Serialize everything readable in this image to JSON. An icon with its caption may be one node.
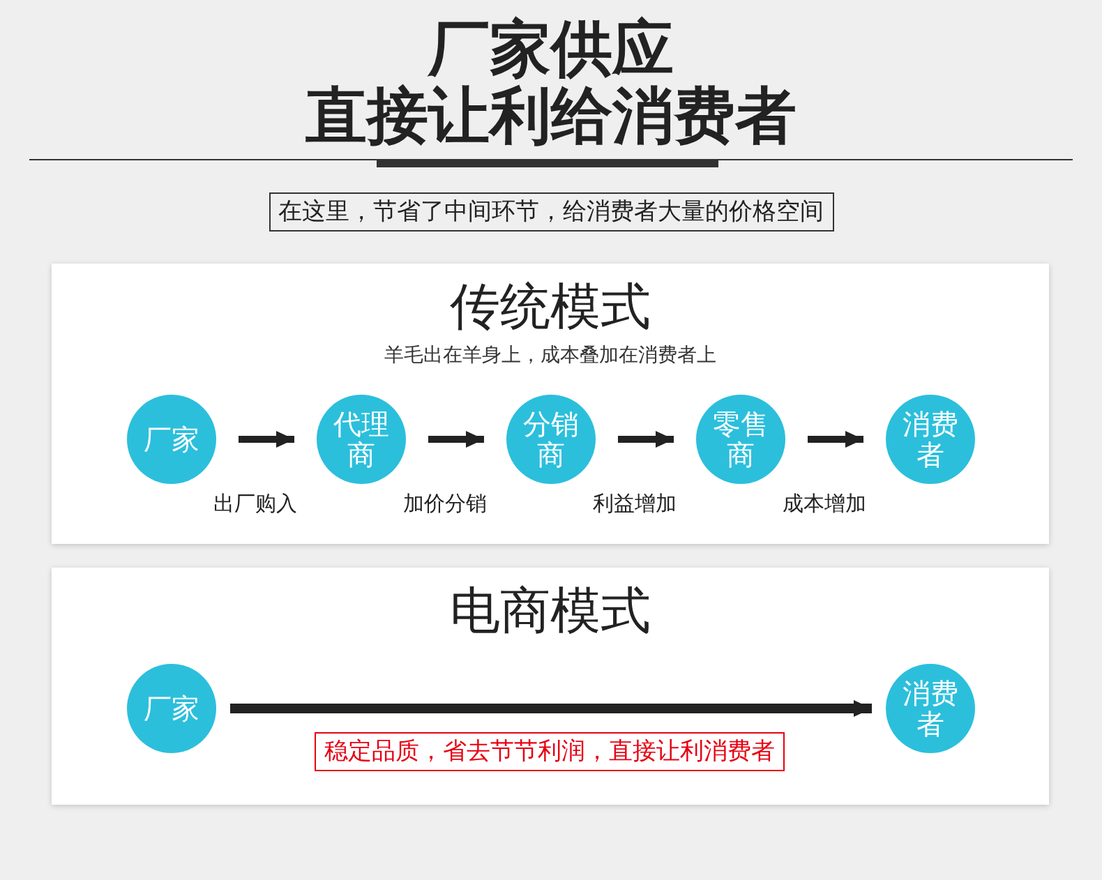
{
  "diagram": {
    "title": "厂家供应",
    "nodes": [
      {
        "text": [
          "传统模式",
          "羊毛出在羊身上，成本叠加在消费者上"
        ]
      },
      {
        "text": [
          "厂家"
        ],
        "in": 0
      },
      {
        "text": [
          "代理商"
        ],
        "in": 0
      },
      {
        "text": [
          "分销商"
        ],
        "in": 0
      },
      {
        "text": [
          "零售商"
        ],
        "in": 0
      },
      {
        "text": [
          "消费者"
        ],
        "in": 0
      },
      {
        "text": [
          "电商模式"
        ]
      },
      {
        "text": [
          "厂家"
        ],
        "in": 6
      },
      {
        "text": [
          "消费者"
        ],
        "in": 6
      }
    ],
    "edges": [
      {
        "from": 1,
        "to": 2,
        "arrow": "to",
        "label": "出厂购入"
      },
      {
        "from": 2,
        "to": 3,
        "arrow": "to",
        "label": "加价分销"
      },
      {
        "from": 3,
        "to": 4,
        "arrow": "to",
        "label": "利益增加"
      },
      {
        "from": 4,
        "to": 5,
        "arrow": "to",
        "label": "成本增加"
      },
      {
        "from": 7,
        "to": 8,
        "arrow": "to",
        "label": "稳定品质，省去节节利润，直接让利消费者"
      }
    ],
    "labels": [
      "直接让利给消费者",
      "在这里，节省了中间环节，给消费者大量的价格空间"
    ]
  }
}
